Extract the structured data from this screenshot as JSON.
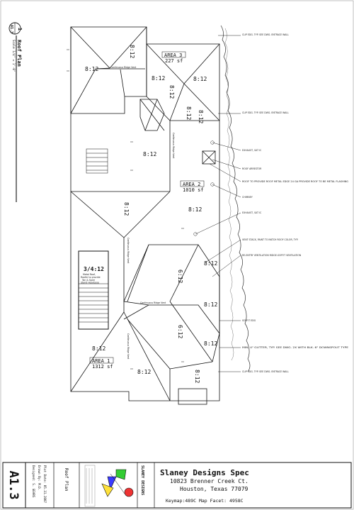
{
  "drawing": {
    "title": "Roof Plan",
    "scale": "Scale 1/4\" = 1'-0\"",
    "bubble_number": "1",
    "bubble_sheet": "A1.3"
  },
  "areas": [
    {
      "name": "AREA 3",
      "size": "227 sf"
    },
    {
      "name": "AREA 2",
      "size": "1010 sf"
    },
    {
      "name": "AREA 1",
      "size": "1312 sf"
    }
  ],
  "pitches": [
    "8:12",
    "8:12",
    "8:12",
    "8:12",
    "8:12",
    "8:12",
    "8:12",
    "8:12",
    "8:12",
    "8:12",
    "8:12",
    "8:12",
    "6:12",
    "6:12",
    "8:12",
    "8:12",
    "8:12",
    "8:12"
  ],
  "small_pitch": "3/4:12",
  "ridge_labels": [
    "Continuous Ridge Vent",
    "Continuous Ridge Vent",
    "Continuous Ridge Vent",
    "Continuous Ridge Vent",
    "Continuous Ridge Vent"
  ],
  "metal_roof_note": [
    "Metal Roof,",
    "Roofer to provide",
    "Tan & Spier",
    "Stand Headcase"
  ],
  "callouts": [
    "CLIP EDG. TYP. SEE DWG. ENTRACE WALL",
    "CLIP EDG. TYP. SEE DWG. ENTRACE WALL",
    "EXHAUST, SAT IC",
    "ROOF ARRESTOR",
    "ROOF TO PROVIDE ROOF METAL EDGE 24 GA PROVIDE ROOF TO BE METAL FLASHING",
    "CHIMNEY",
    "EXHAUST, SAT IC",
    "VENT STACK, PAINT TO MATCH ROOF COLOR, TYP.",
    "RE-ENTRY VENTILATION RIDGE-SOFFIT VENTILATION",
    "SOFFIT EDG",
    "MIN. 4\" GUTTER, TYP. SEE DWG. 2X WITH BLK. 6\" DOWNSPOUT TYPE",
    "CLIP EDG. TYP. SEE DWG. ENTRACE WALL"
  ],
  "title_block": {
    "company": "Slaney Designs Spec",
    "address": "10823 Brenner Creek Ct.",
    "city": "Houston, Texas 77079",
    "keymap": "Keymap:489C   Map Facet: 4958C",
    "sheet_title": "Roof Plan",
    "sheet_number": "A1.3",
    "logo_text": "SLANEY DESIGNS",
    "info": [
      "Designed: S. GEARS",
      "Drawn By: M.D.",
      "Plot Date: 05.31.2007"
    ]
  }
}
